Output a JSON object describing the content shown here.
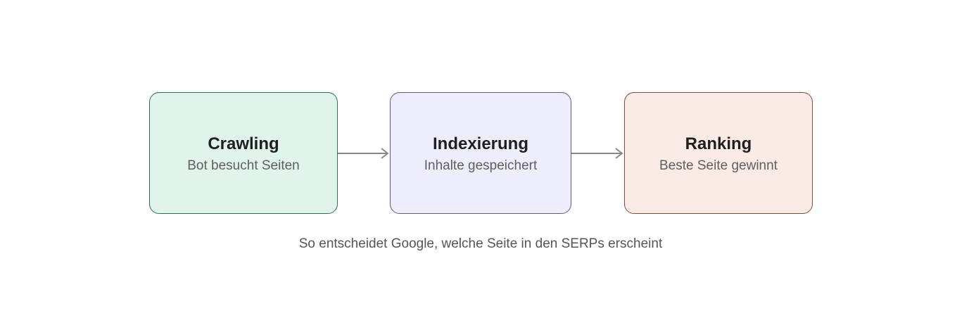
{
  "diagram": {
    "steps": [
      {
        "title": "Crawling",
        "subtitle": "Bot besucht Seiten",
        "fill": "#e1f4ec",
        "stroke": "#2d6e58"
      },
      {
        "title": "Indexierung",
        "subtitle": "Inhalte gespeichert",
        "fill": "#eeedfc",
        "stroke": "#5c58a0"
      },
      {
        "title": "Ranking",
        "subtitle": "Beste Seite gewinnt",
        "fill": "#fbebe6",
        "stroke": "#8c4a32"
      }
    ],
    "arrow_color": "#888888",
    "caption": "So entscheidet Google, welche Seite in den SERPs erscheint"
  }
}
